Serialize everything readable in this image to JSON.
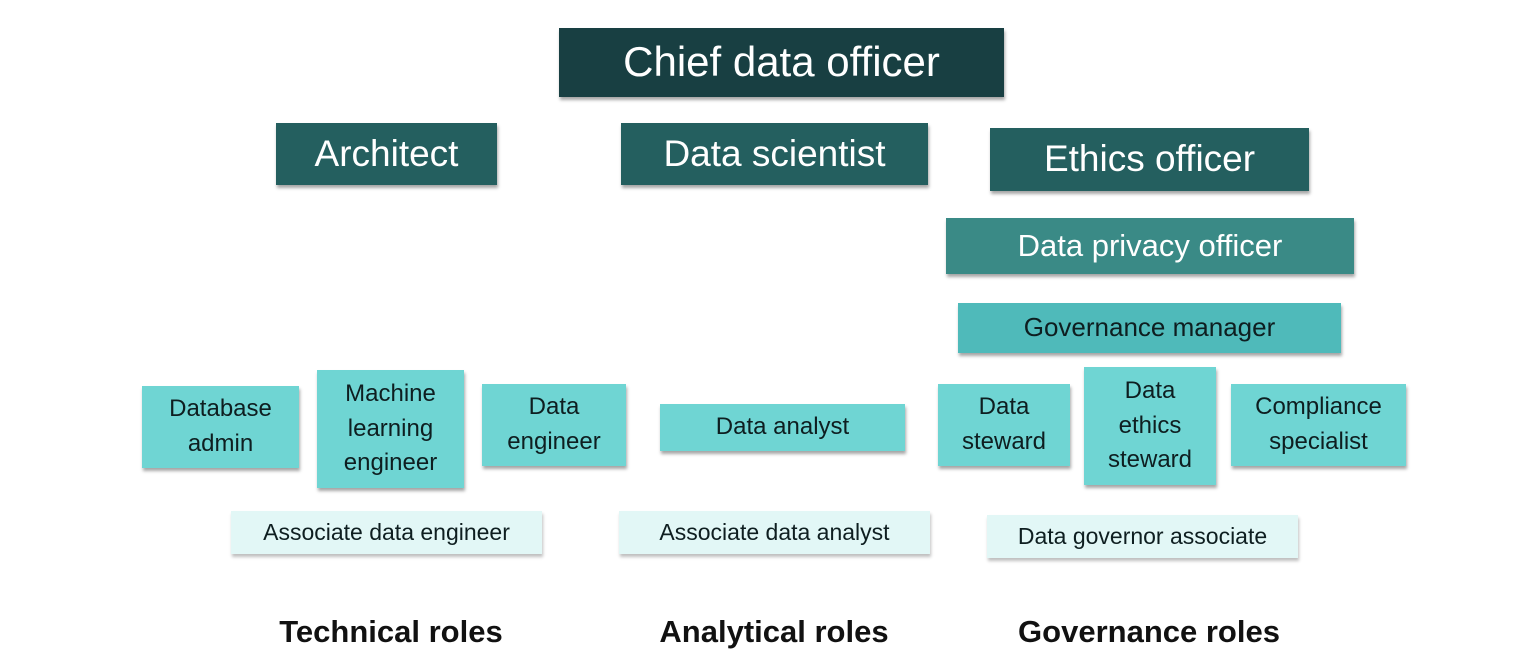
{
  "diagram": {
    "top": {
      "chief_data_officer": "Chief data officer"
    },
    "leads": {
      "architect": "Architect",
      "data_scientist": "Data scientist",
      "ethics_officer": "Ethics officer"
    },
    "governance_chain": {
      "data_privacy_officer": "Data privacy officer",
      "governance_manager": "Governance manager"
    },
    "technical_roles": {
      "database_admin": "Database\nadmin",
      "machine_learning_engineer": "Machine\nlearning\nengineer",
      "data_engineer": "Data\nengineer",
      "associate_data_engineer": "Associate data engineer"
    },
    "analytical_roles": {
      "data_analyst": "Data analyst",
      "associate_data_analyst": "Associate data analyst"
    },
    "governance_roles": {
      "data_steward": "Data\nsteward",
      "data_ethics_steward": "Data\nethics\nsteward",
      "compliance_specialist": "Compliance\nspecialist",
      "data_governor_associate": "Data governor associate"
    },
    "categories": {
      "technical": "Technical roles",
      "analytical": "Analytical roles",
      "governance": "Governance roles"
    },
    "colors": {
      "level1": "#183f42",
      "level2": "#245f5f",
      "level3": "#3a8a86",
      "level4": "#4fbaba",
      "level5": "#6fd5d3",
      "level6": "#e2f7f6"
    }
  }
}
